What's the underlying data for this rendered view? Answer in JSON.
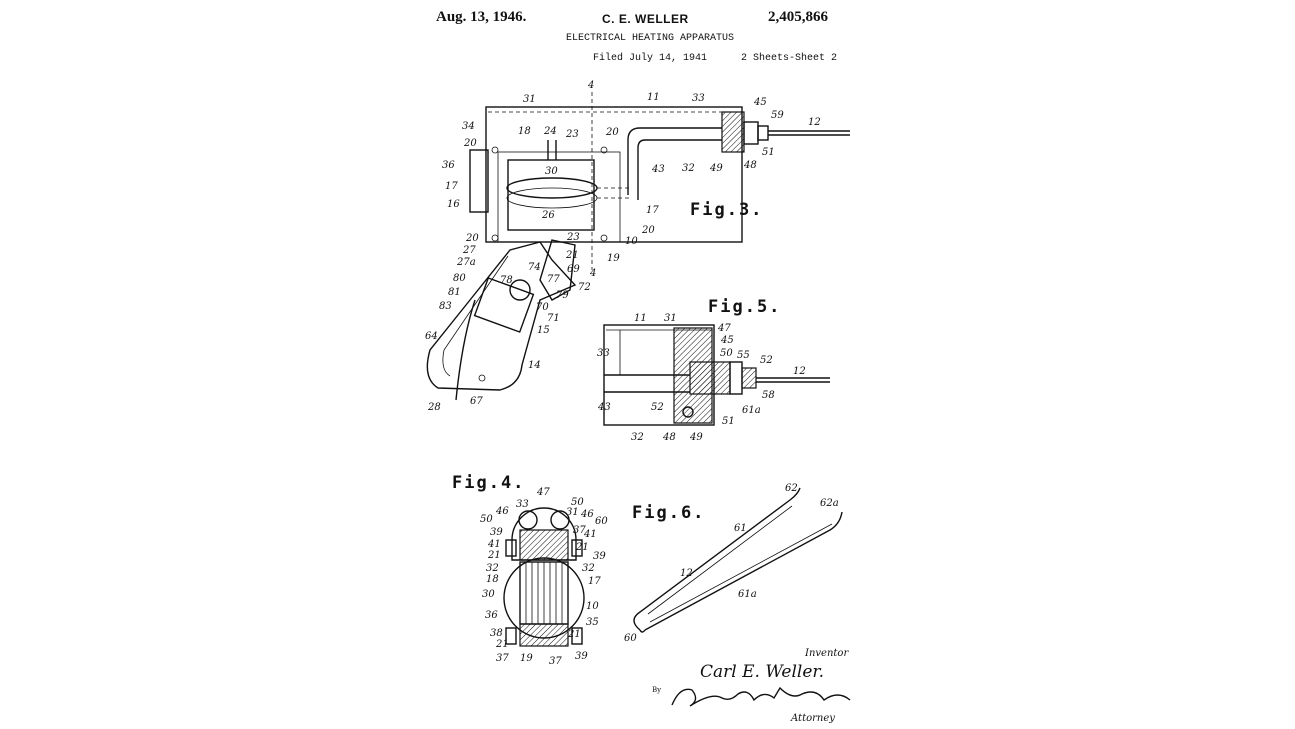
{
  "header": {
    "date": "Aug. 13, 1946.",
    "inventor_name": "C. E. WELLER",
    "patent_number": "2,405,866",
    "title": "ELECTRICAL HEATING APPARATUS",
    "filed": "Filed July 14, 1941",
    "sheets": "2 Sheets-Sheet 2"
  },
  "figures": {
    "fig3": "Fig.3.",
    "fig5": "Fig.5.",
    "fig4": "Fig.4.",
    "fig6": "Fig.6."
  },
  "fig3_labels": [
    "31",
    "4",
    "11",
    "33",
    "45",
    "59",
    "12",
    "34",
    "18",
    "24",
    "23",
    "20",
    "20",
    "36",
    "17",
    "30",
    "16",
    "26",
    "17",
    "43",
    "32",
    "49",
    "51",
    "48",
    "20",
    "27",
    "27a",
    "23",
    "10",
    "20",
    "21",
    "69",
    "4",
    "19",
    "80",
    "74",
    "77",
    "79",
    "72",
    "78",
    "81",
    "70",
    "83",
    "71",
    "15",
    "64",
    "14",
    "28",
    "67"
  ],
  "fig5_labels": [
    "11",
    "31",
    "47",
    "33",
    "45",
    "50",
    "55",
    "52",
    "12",
    "43",
    "52",
    "58",
    "61a",
    "51",
    "32",
    "48",
    "49"
  ],
  "fig4_labels": [
    "47",
    "33",
    "46",
    "31",
    "46",
    "50",
    "60",
    "50",
    "39",
    "37",
    "41",
    "41",
    "21",
    "39",
    "21",
    "32",
    "32",
    "18",
    "17",
    "30",
    "10",
    "36",
    "35",
    "38",
    "21",
    "21",
    "37",
    "19",
    "37",
    "39"
  ],
  "fig6_labels": [
    "62",
    "62a",
    "61",
    "12",
    "61a",
    "60"
  ],
  "signature": {
    "inventor_label": "Inventor",
    "inventor_sig": "Carl E. Weller.",
    "by": "By",
    "attorney_label": "Attorney"
  }
}
